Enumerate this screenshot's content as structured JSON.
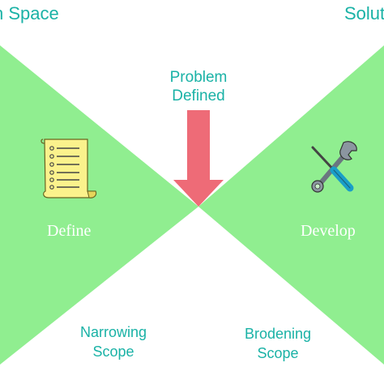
{
  "header": {
    "left_title": "n Space",
    "right_title": "Soluti"
  },
  "center": {
    "problem_line1": "Problem",
    "problem_line2": "Defined"
  },
  "phases": {
    "define_label": "Define",
    "develop_label": "Develop"
  },
  "scope": {
    "narrowing_line1": "Narrowing",
    "narrowing_line2": "Scope",
    "broadening_line1": "Brodening",
    "broadening_line2": "Scope"
  },
  "colors": {
    "wedge_green": "#90ee90",
    "accent_teal": "#1ab2a6",
    "arrow_red": "#ee6b77",
    "background": "#ffffff"
  },
  "icons": {
    "define_icon": "document-list-icon",
    "develop_icon": "wrench-screwdriver-icon"
  }
}
